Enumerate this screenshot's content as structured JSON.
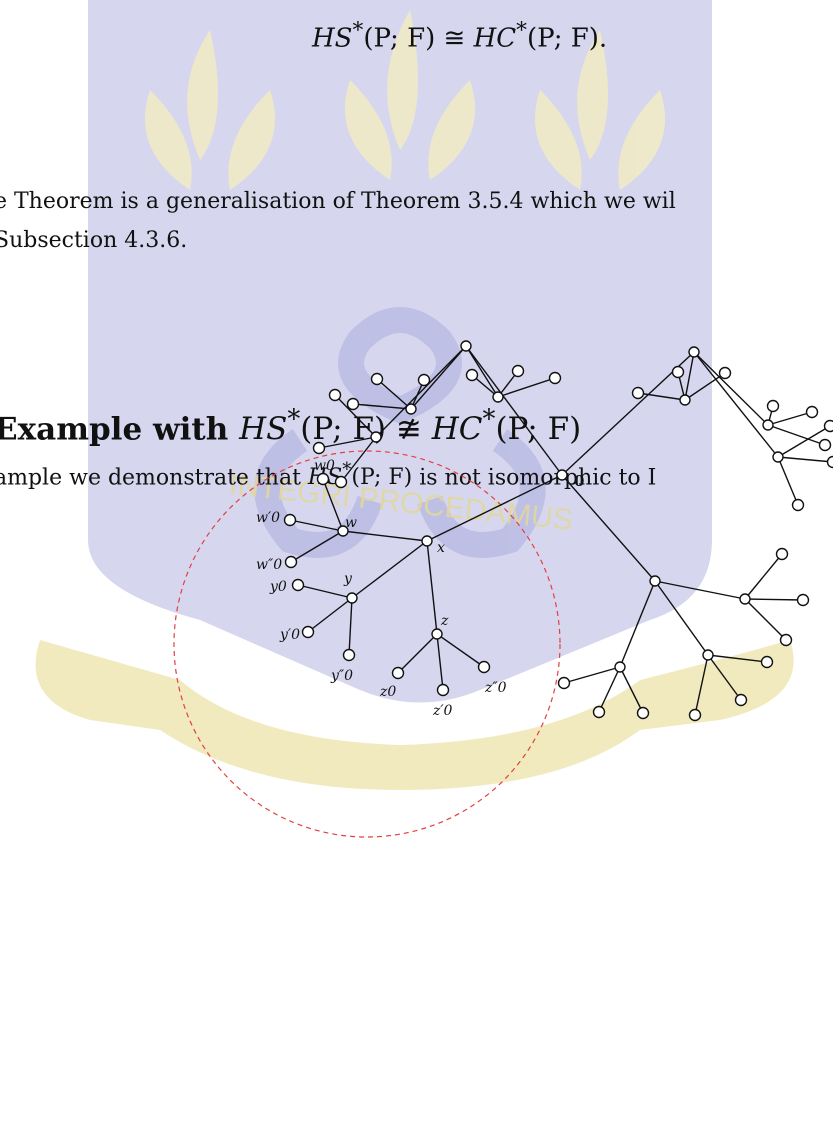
{
  "equation": {
    "lhs": "HS",
    "star": "*",
    "args": "(P; F)",
    "rel": "≅",
    "rhs": "HC",
    "end": "."
  },
  "paragraph": {
    "line1": "e Theorem is a generalisation of Theorem 3.5.4 which we wil",
    "line2": "Subsection 4.3.6."
  },
  "heading": {
    "text": "Example with",
    "lhs": "HS",
    "rel": "≇",
    "rhs": "HC"
  },
  "intro": {
    "start": "ample we demonstrate that",
    "mid": "is not isomorphic to",
    "tail": "I"
  },
  "watermark": {
    "motto": "INTEGRI PROCEDAMUS",
    "colors": {
      "crest": "#c8c9ea",
      "scroll": "#f1e8b8"
    }
  },
  "diagram": {
    "root_label": "0",
    "labels": {
      "w0": "w0",
      "w0p": "w′0",
      "w0pp": "w″0",
      "w": "w",
      "x": "x",
      "y0": "y0",
      "y": "y",
      "y0p": "y′0",
      "y0pp": "y″0",
      "z": "z",
      "z0": "z0",
      "z0p": "z′0",
      "z0pp": "z″0"
    },
    "circle_color": "#e34040"
  }
}
